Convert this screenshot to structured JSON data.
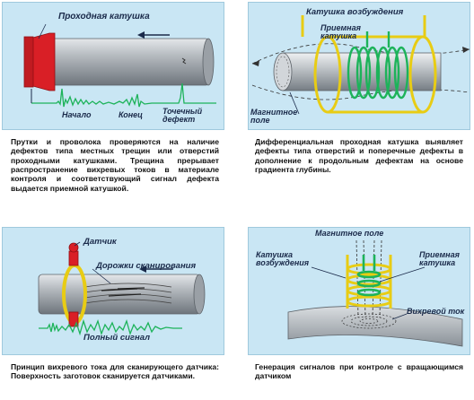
{
  "panel1": {
    "labels": {
      "coil": "Проходная катушка",
      "start": "Начало",
      "end": "Конец",
      "point_defect": "Точечный дефект"
    },
    "caption": "Прутки и проволока проверяются на наличие дефектов типа местных трещин или отверстий проходными катушками. Трещина прерывает распространение вихревых токов в материале контроля и соответствующий сигнал дефекта выдается приемной катушкой."
  },
  "panel2": {
    "labels": {
      "excitation_coil": "Катушка возбуждения",
      "receiver_coil": "Приемная катушка",
      "magnetic_field": "Магнитное поле"
    },
    "caption": "Дифференциальная проходная катушка выявляет дефекты типа отверстий и поперечные дефекты в дополнение к продольным дефектам на основе градиента глубины."
  },
  "panel3": {
    "labels": {
      "sensor": "Датчик",
      "scan_tracks": "Дорожки сканирования",
      "full_signal": "Полный сигнал"
    },
    "caption": "Принцип вихревого тока для сканирующего датчика: Поверхность заготовок сканируется датчиками."
  },
  "panel4": {
    "labels": {
      "magnetic_field": "Магнитное поле",
      "excitation_coil": "Катушка возбуждения",
      "receiver_coil": "Приемная катушка",
      "eddy_current": "Вихревой ток"
    },
    "caption": "Генерация сигналов при контроле с вращающимся датчиком"
  },
  "colors": {
    "panel_bg": "#c9e6f4",
    "pipe_gray": "#8f959b",
    "coil_red": "#d91f26",
    "signal_green": "#1db35a",
    "coil_yellow": "#e8cc14",
    "label_navy": "#1a2a4a"
  }
}
